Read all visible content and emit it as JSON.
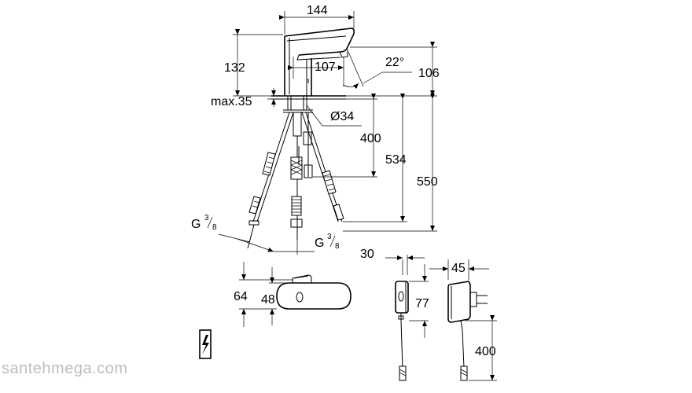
{
  "dimensions": {
    "spout_width": "144",
    "height_above_deck": "132",
    "reach": "107",
    "angle": "22°",
    "spout_height": "106",
    "max_deck_thickness": "max.35",
    "hole_diameter": "Ø34",
    "hose_length_400": "400",
    "length_534": "534",
    "length_550": "550",
    "g_left_main": "G",
    "g_left_num": "3",
    "g_left_den": "8",
    "g_right_main": "G",
    "g_right_num": "3",
    "g_right_den": "8",
    "plan_width": "64",
    "plan_inner": "48",
    "box_depth": "30",
    "box_height": "77",
    "adapter_depth": "45",
    "cable_length": "400"
  },
  "watermark": "santehmega.com",
  "icons": [
    "electric-warning-icon"
  ]
}
